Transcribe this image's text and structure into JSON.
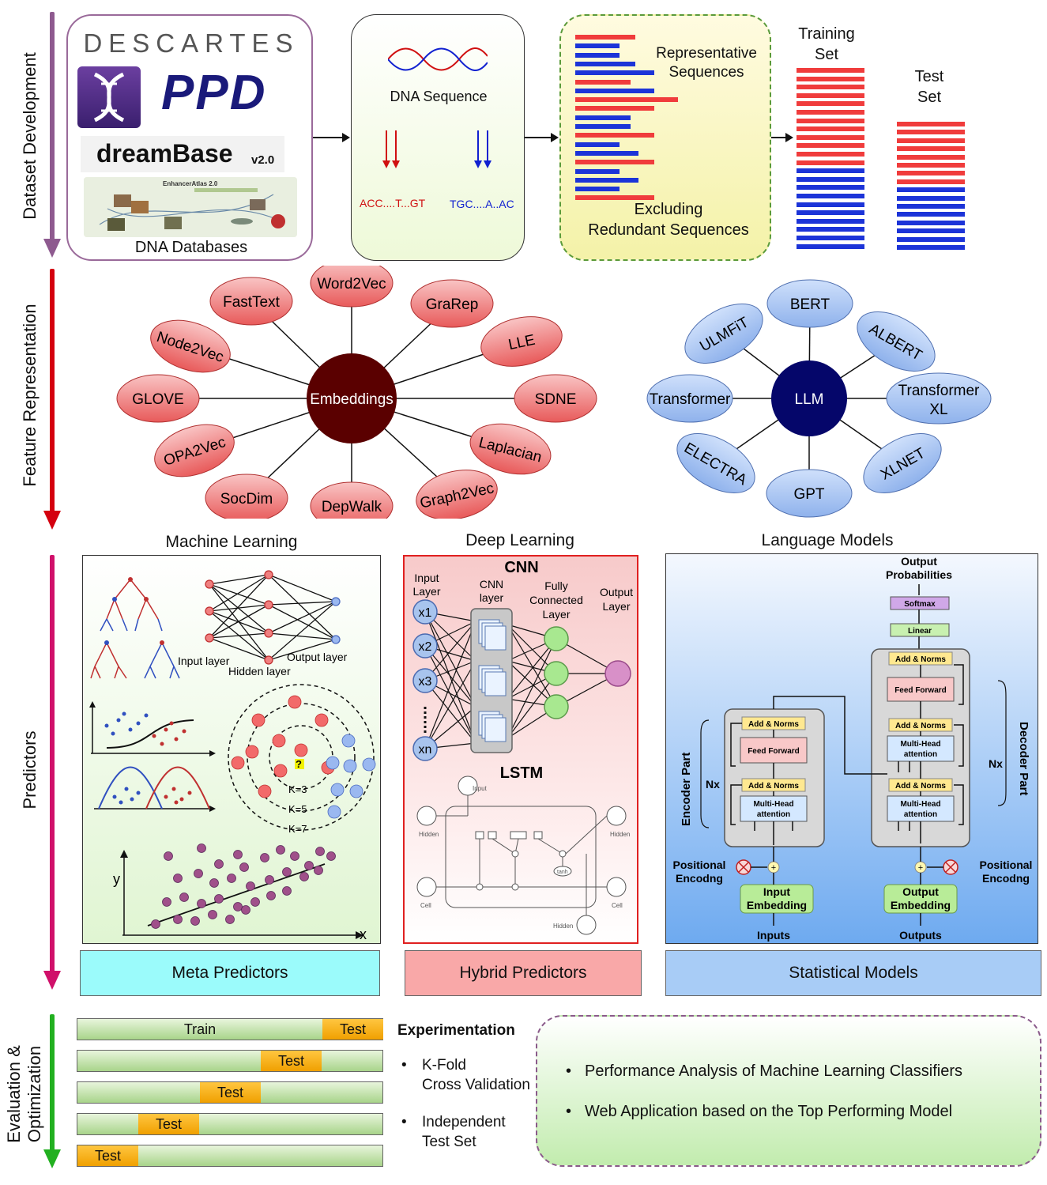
{
  "stages": {
    "dataset": "Dataset Development",
    "feature": "Feature Representation",
    "predictors": "Predictors",
    "eval_line1": "Evaluation &",
    "eval_line2": "Optimization"
  },
  "dataset": {
    "descartes": "DESCARTES",
    "ppd": "PPD",
    "dreambase": "dreamBase",
    "dreambase_ver": "v2.0",
    "enhanceratlas": "EnhancerAtlas 2.0",
    "databases_label": "DNA Databases",
    "dna_sequence": "DNA Sequence",
    "seq_left": "ACC....T...GT",
    "seq_right": "TGC....A..AC",
    "representative_l1": "Representative",
    "representative_l2": "Sequences",
    "excluding_l1": "Excluding",
    "excluding_l2": "Redundant Sequences",
    "training_l1": "Training",
    "training_l2": "Set",
    "test_l1": "Test",
    "test_l2": "Set"
  },
  "embeddings": {
    "center": "Embeddings",
    "nodes": [
      "FastText",
      "Word2Vec",
      "GraRep",
      "LLE",
      "SDNE",
      "Laplacian",
      "Graph2Vec",
      "DepWalk",
      "SocDim",
      "OPA2Vec",
      "GLOVE",
      "Node2Vec"
    ]
  },
  "llm": {
    "center": "LLM",
    "nodes": [
      "BERT",
      "ALBERT",
      "Transformer XL",
      "XLNET",
      "GPT",
      "ELECTRA",
      "Transformer",
      "ULMFiT"
    ]
  },
  "sections": {
    "ml": "Machine Learning",
    "dl": "Deep Learning",
    "lm": "Language Models"
  },
  "ml_panel": {
    "input_layer": "Input layer",
    "hidden_layer": "Hidden layer",
    "output_layer": "Output layer",
    "k3": "K=3",
    "k5": "K=5",
    "k7": "K=7",
    "question": "?",
    "y": "y",
    "x": "x"
  },
  "dl_panel": {
    "cnn": "CNN",
    "input_layer_l1": "Input",
    "input_layer_l2": "Layer",
    "cnn_layer_l1": "CNN",
    "cnn_layer_l2": "layer",
    "fc_l1": "Fully",
    "fc_l2": "Connected",
    "fc_l3": "Layer",
    "out_l1": "Output",
    "out_l2": "Layer",
    "inputs": [
      "x1",
      "x2",
      "x3",
      "xn"
    ],
    "lstm": "LSTM",
    "lstm_input": "Input",
    "lstm_hidden": "Hidden",
    "lstm_cell": "Cell",
    "lstm_tanh": "tanh"
  },
  "lm_panel": {
    "output_probs_l1": "Output",
    "output_probs_l2": "Probabilities",
    "softmax": "Softmax",
    "linear": "Linear",
    "add_norms": "Add & Norms",
    "feed_forward": "Feed Forward",
    "mha_l1": "Multi-Head",
    "mha_l2": "attention",
    "nx": "Nx",
    "encoder_part": "Encoder Part",
    "decoder_part": "Decoder Part",
    "pos_l1": "Positional",
    "pos_l2": "Encodng",
    "input_emb_l1": "Input",
    "input_emb_l2": "Embedding",
    "output_emb_l1": "Output",
    "output_emb_l2": "Embedding",
    "inputs": "Inputs",
    "outputs": "Outputs"
  },
  "predictor_types": {
    "meta": "Meta Predictors",
    "hybrid": "Hybrid Predictors",
    "statistical": "Statistical Models"
  },
  "evaluation": {
    "train": "Train",
    "test": "Test",
    "experimentation": "Experimentation",
    "kfold_l1": "K-Fold",
    "kfold_l2": "Cross Validation",
    "indep_l1": "Independent",
    "indep_l2": "Test Set",
    "outcome1": "Performance Analysis of Machine Learning Classifiers",
    "outcome2": "Web Application based on the Top Performing Model"
  },
  "colors": {
    "dataset_arrow": "#8e5a8f",
    "feature_arrow": "#d4000f",
    "predictor_arrow": "#d0106a",
    "eval_arrow": "#22b020",
    "red_bar": "#f03c3c",
    "blue_bar": "#1c34d8",
    "embedding_center": "#5a0000",
    "llm_center": "#05066a"
  }
}
